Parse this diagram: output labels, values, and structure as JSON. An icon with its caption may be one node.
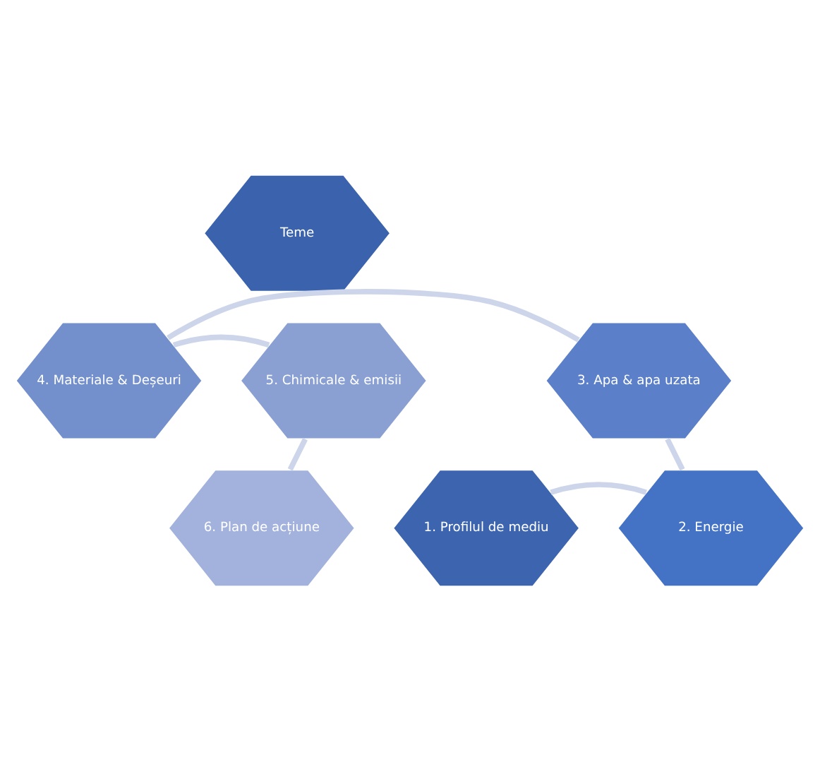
{
  "diagram": {
    "nodes": [
      {
        "text": [
          "Teme"
        ]
      },
      {
        "text": [
          "1. Profilul de mediu"
        ]
      },
      {
        "text": [
          "2. Energie"
        ]
      },
      {
        "text": [
          "3. Apa & apa uzata"
        ]
      },
      {
        "text": [
          "4. Materiale & Deșeuri"
        ]
      },
      {
        "text": [
          "5. Chimicale & emisii"
        ]
      },
      {
        "text": [
          "6. Plan de acțiune"
        ]
      }
    ],
    "edges": [
      {
        "from": 1,
        "to": 2,
        "arrow": "none"
      },
      {
        "from": 2,
        "to": 3,
        "arrow": "none"
      },
      {
        "from": 3,
        "to": 4,
        "arrow": "none"
      },
      {
        "from": 4,
        "to": 5,
        "arrow": "none"
      },
      {
        "from": 5,
        "to": 6,
        "arrow": "none"
      }
    ]
  }
}
